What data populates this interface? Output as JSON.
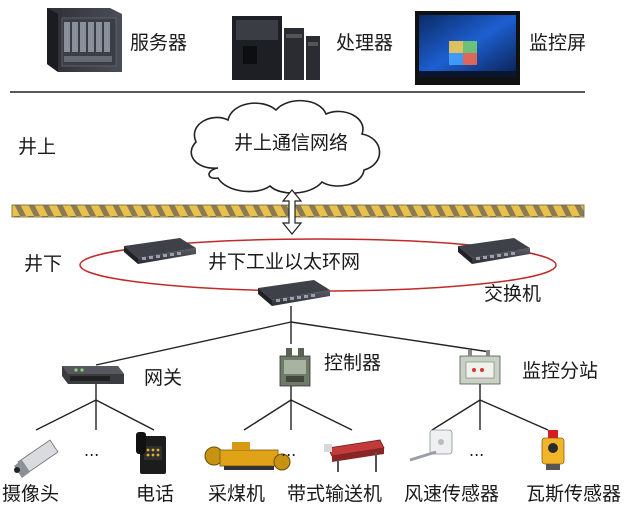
{
  "top_devices": {
    "server_label": "服务器",
    "processor_label": "处理器",
    "monitor_label": "监控屏"
  },
  "zones": {
    "surface_label": "井上",
    "underground_label": "井下"
  },
  "network": {
    "surface_network_label": "井上通信网络",
    "ring_network_label": "井下工业以太环网",
    "switch_label": "交换机"
  },
  "tier2": {
    "gateway_label": "网关",
    "controller_label": "控制器",
    "monitor_substation_label": "监控分站"
  },
  "endpoints": {
    "camera_label": "摄像头",
    "telephone_label": "电话",
    "shearer_label": "采煤机",
    "conveyor_label": "带式输送机",
    "wind_sensor_label": "风速传感器",
    "gas_sensor_label": "瓦斯传感器",
    "ellipsis": "..."
  }
}
